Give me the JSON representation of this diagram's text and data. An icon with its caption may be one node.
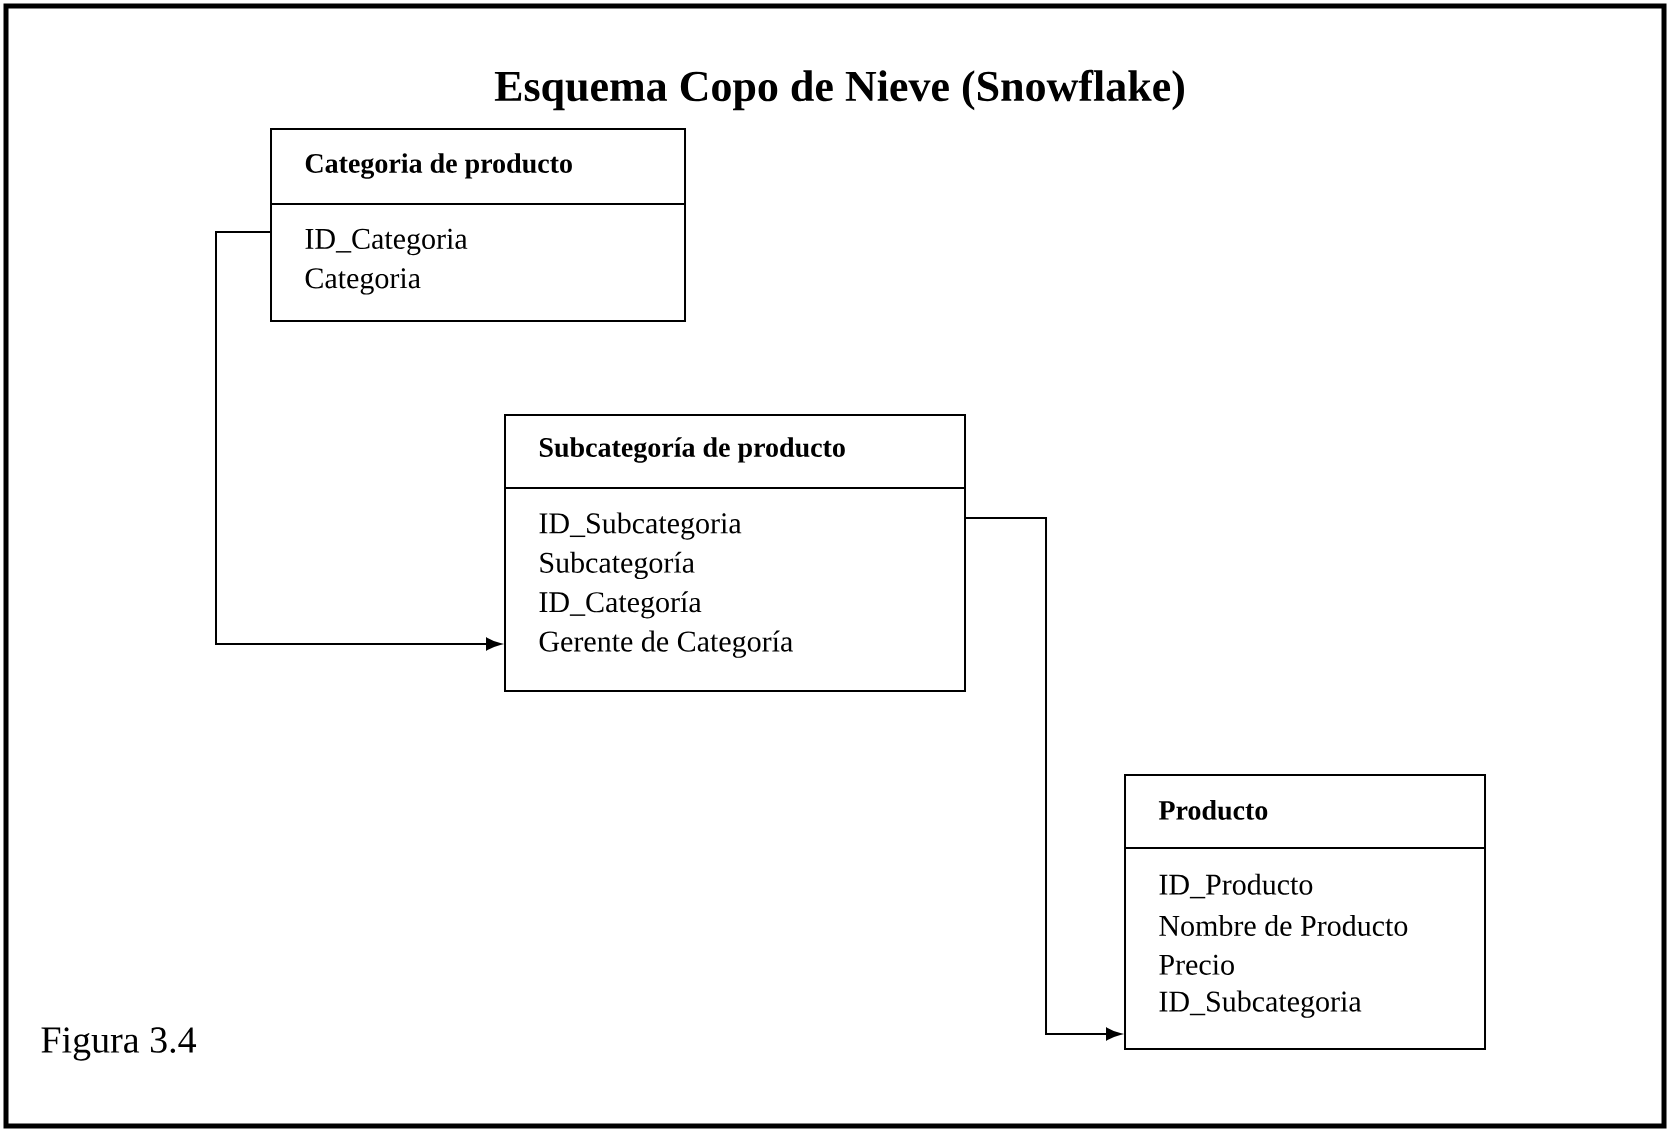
{
  "diagram": {
    "title": "Esquema Copo de Nieve (Snowflake)",
    "nodes": [
      {
        "text": [
          "Categoria de producto",
          "ID_Categoria",
          "Categoria"
        ]
      },
      {
        "text": [
          "Subcategoría de producto",
          "ID_Subcategoria",
          "Subcategoría",
          "ID_Categoría",
          "Gerente de Categoría"
        ]
      },
      {
        "text": [
          "Producto",
          "ID_Producto",
          "Nombre de Producto",
          "Precio",
          "ID_Subcategoria"
        ]
      }
    ],
    "edges": [
      {
        "from": 0,
        "to": 1,
        "arrow": "to"
      },
      {
        "from": 1,
        "to": 2,
        "arrow": "to"
      }
    ],
    "labels": [
      "Figura 3.4"
    ]
  }
}
